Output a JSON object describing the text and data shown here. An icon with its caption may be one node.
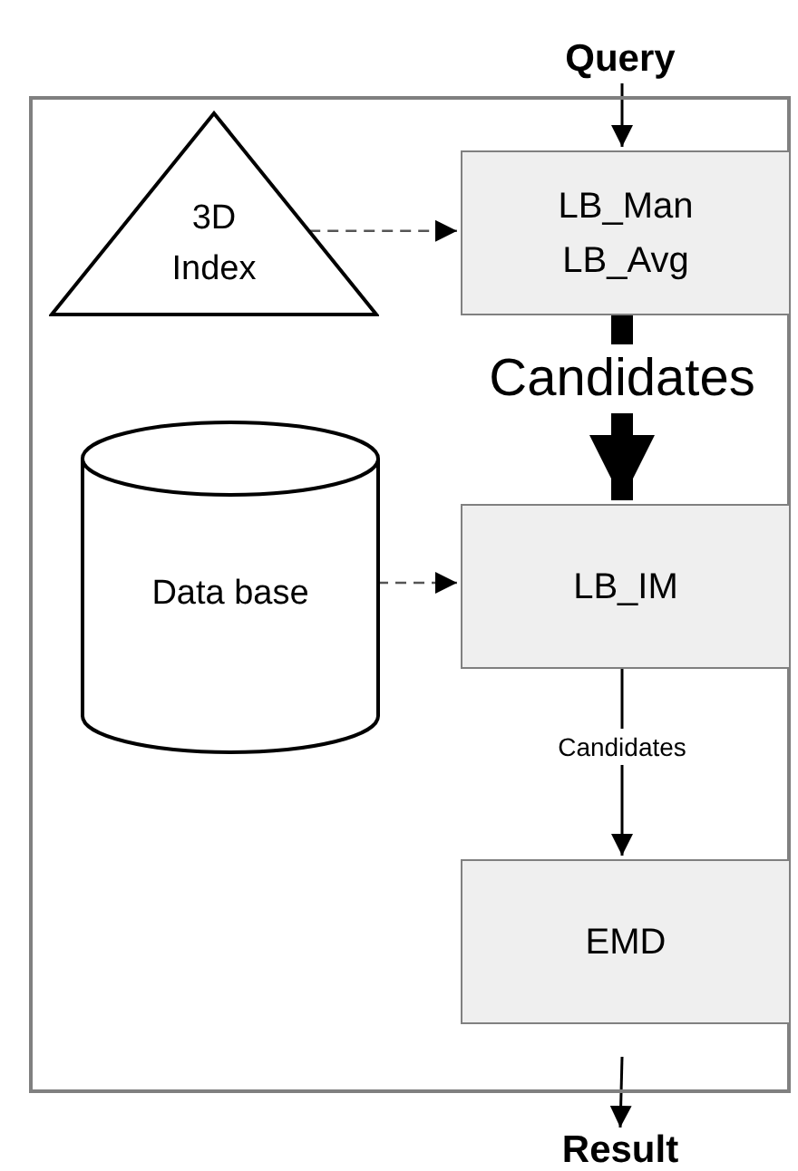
{
  "diagram": {
    "nodes": [
      {
        "text": [],
        "shape": "box"
      },
      {
        "text": [
          "Query"
        ]
      },
      {
        "text": [
          "3D Index"
        ],
        "in": 0
      },
      {
        "text": [
          "LB_Man LB_Avg"
        ],
        "in": 0
      },
      {
        "text": [
          "Data base"
        ],
        "in": 0
      },
      {
        "text": [
          "LB_IM"
        ],
        "in": 0
      },
      {
        "text": [
          "EMD"
        ],
        "in": 0
      },
      {
        "text": [
          "Result"
        ]
      }
    ],
    "edges": [
      {
        "from": 1,
        "to": 3,
        "arrow": "to"
      },
      {
        "from": 2,
        "to": 3,
        "arrow": "to",
        "style": "dashed"
      },
      {
        "from": 3,
        "to": 5,
        "arrow": "to",
        "label": "Candidates",
        "style": "thick"
      },
      {
        "from": 4,
        "to": 5,
        "arrow": "to",
        "style": "dashed"
      },
      {
        "from": 5,
        "to": 6,
        "arrow": "to",
        "label": "Candidates"
      },
      {
        "from": null,
        "to": 7,
        "arrow": "to"
      }
    ]
  }
}
